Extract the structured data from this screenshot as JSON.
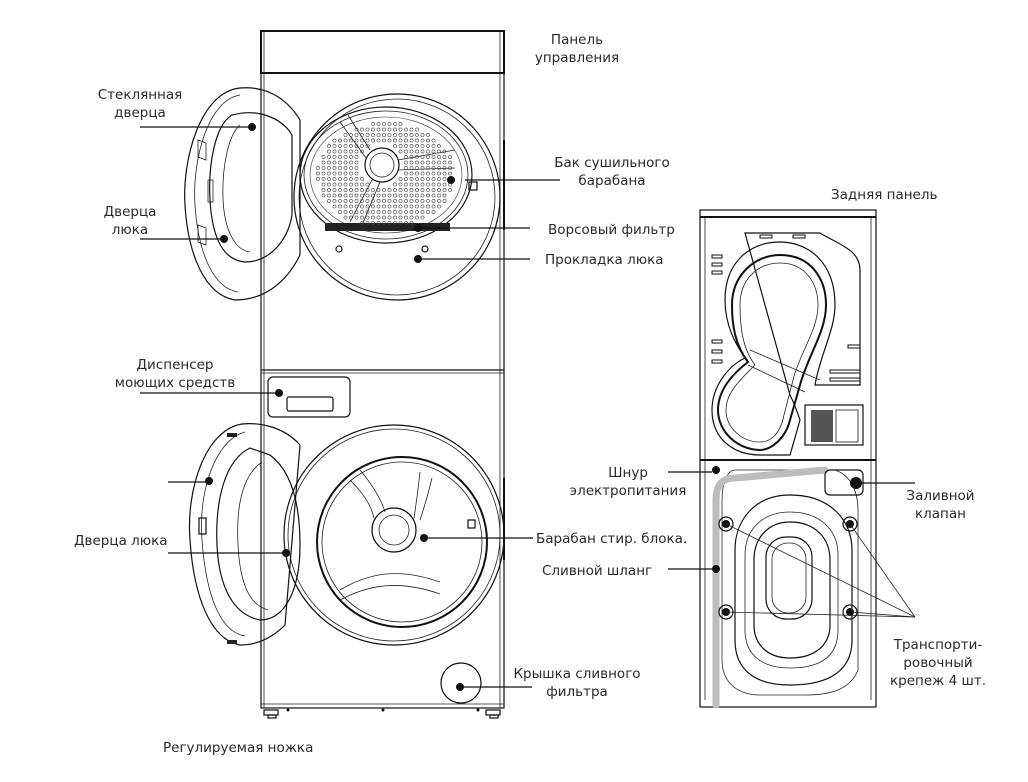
{
  "diagram": {
    "front_view": {
      "labels": {
        "control_panel": [
          "Панель",
          "управления"
        ],
        "glass_door": [
          "Стеклянная",
          "дверца"
        ],
        "dryer_door": [
          "Дверца",
          "люка"
        ],
        "dryer_drum": [
          "Бак сушильного",
          "барабана"
        ],
        "lint_filter": "Ворсовый фильтр",
        "door_seal": "Прокладка люка",
        "detergent_dispenser": [
          "Диспенсер",
          "моющих средств"
        ],
        "washer_door": "Дверца люка",
        "washer_drum": "Барабан стир. блока.",
        "drain_filter_cover": [
          "Крышка сливного",
          "фильтра"
        ],
        "adjustable_foot": "Регулируемая ножка"
      }
    },
    "rear_view": {
      "title": "Задняя панель",
      "labels": {
        "power_cord": [
          "Шнур",
          "электропитания"
        ],
        "drain_hose": "Сливной шланг",
        "inlet_valve": [
          "Заливной",
          "клапан"
        ],
        "transport_bolts": [
          "Транспорти-",
          "ровочный",
          "крепеж 4 шт."
        ]
      }
    }
  }
}
